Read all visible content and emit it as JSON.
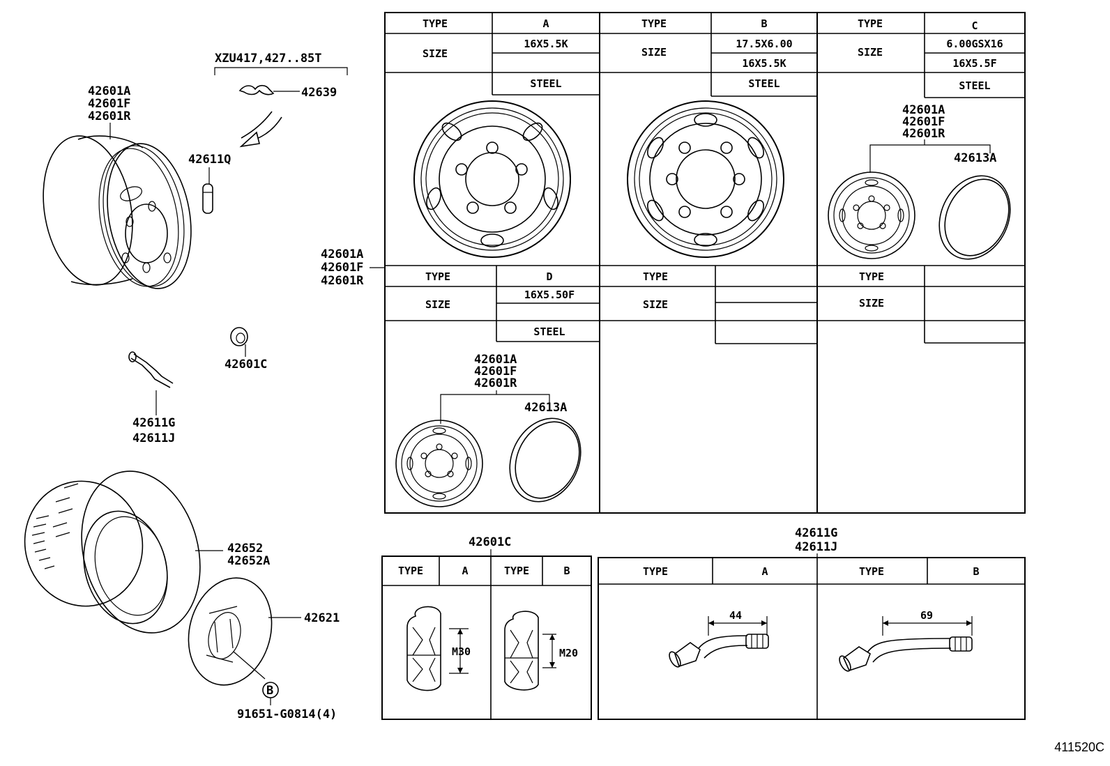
{
  "diagram_id": "411520C",
  "callouts": {
    "rim_main": [
      "42601A",
      "42601F",
      "42601R"
    ],
    "clip_applicability": "XZU417,427..85T",
    "clip": "42639",
    "valve_insert": "42611Q",
    "nut": "42601C",
    "valve_stem": [
      "42611G",
      "42611J"
    ],
    "table_rim": [
      "42601A",
      "42601F",
      "42601R"
    ],
    "tire": [
      "42652",
      "42652A"
    ],
    "tube": "42621",
    "ref_b": "B",
    "bolt": "91651-G0814(4)",
    "rim_c": [
      "42601A",
      "42601F",
      "42601R"
    ],
    "ring_c": "42613A",
    "rim_d": [
      "42601A",
      "42601F",
      "42601R"
    ],
    "ring_d": "42613A",
    "nut_table_title": "42601C",
    "valve_table_title": [
      "42611G",
      "42611J"
    ]
  },
  "wheel_table": {
    "type_label": "TYPE",
    "size_label": "SIZE",
    "columns": [
      {
        "type": "A",
        "sizes": [
          "16X5.5K",
          ""
        ],
        "material": "STEEL"
      },
      {
        "type": "B",
        "sizes": [
          "17.5X6.00",
          "16X5.5K"
        ],
        "material": "STEEL"
      },
      {
        "type": "C",
        "sizes": [
          "6.00GSX16",
          "16X5.5F"
        ],
        "material": "STEEL"
      },
      {
        "type": "D",
        "sizes": [
          "16X5.50F",
          ""
        ],
        "material": "STEEL"
      },
      {
        "type": "",
        "sizes": [
          "",
          ""
        ],
        "material": ""
      },
      {
        "type": "",
        "sizes": [
          "",
          ""
        ],
        "material": ""
      }
    ]
  },
  "nut_table": {
    "type_label": "TYPE",
    "columns": [
      {
        "type": "A",
        "thread": "M30"
      },
      {
        "type": "B",
        "thread": "M20"
      }
    ]
  },
  "valve_table": {
    "type_label": "TYPE",
    "columns": [
      {
        "type": "A",
        "length": "44"
      },
      {
        "type": "B",
        "length": "69"
      }
    ]
  }
}
